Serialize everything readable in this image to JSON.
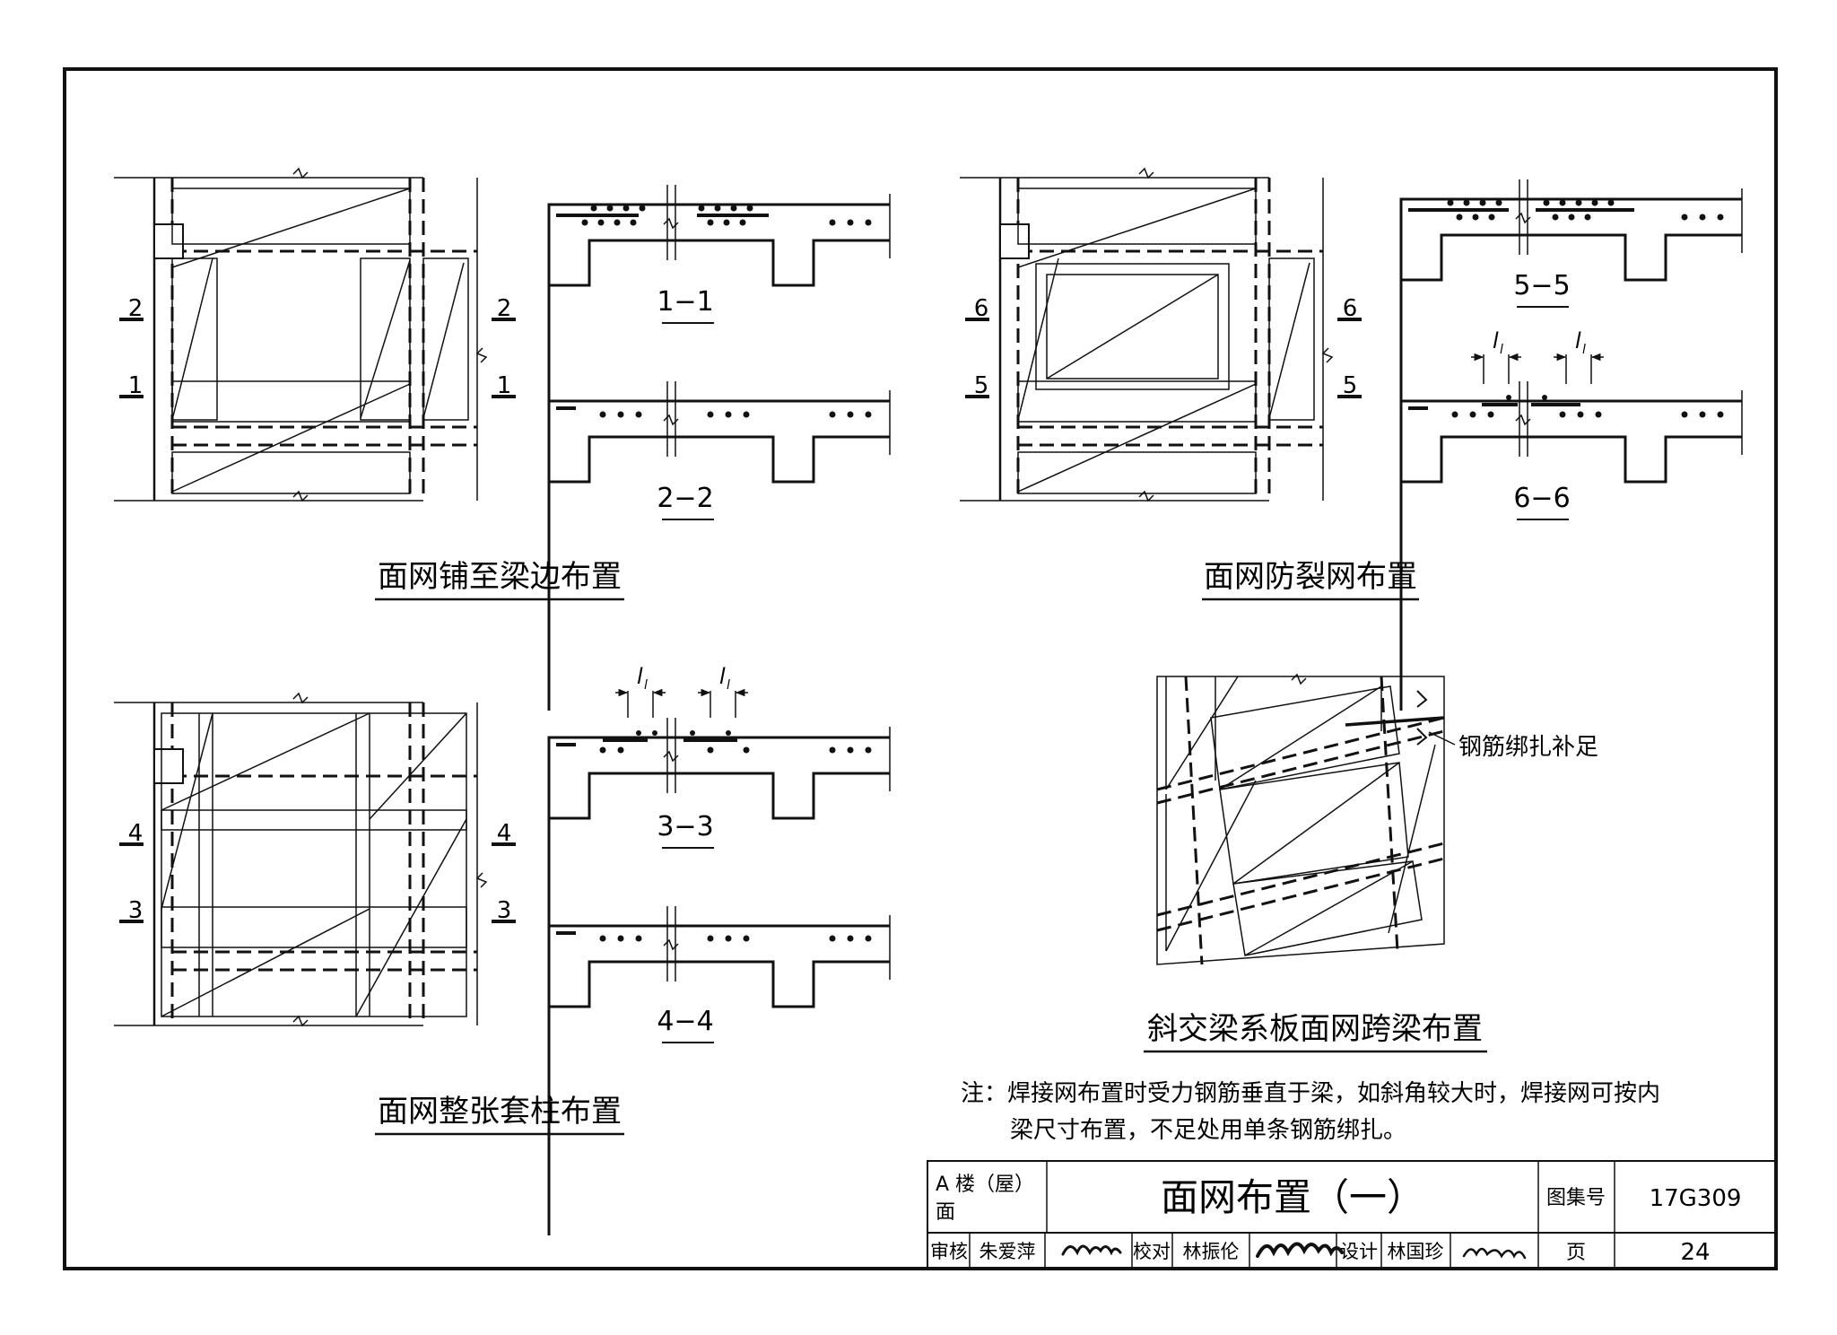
{
  "panels": {
    "p1": {
      "title": "面网铺至梁边布置",
      "marks": [
        "2",
        "2",
        "1",
        "1"
      ]
    },
    "p2": {
      "title": "面网防裂网布置",
      "marks": [
        "6",
        "6",
        "5",
        "5"
      ]
    },
    "p3": {
      "title": "面网整张套柱布置",
      "marks": [
        "4",
        "4",
        "3",
        "3"
      ]
    },
    "p4": {
      "title": "斜交梁系板面网跨梁布置",
      "callout": "钢筋绑扎补足"
    }
  },
  "sections": {
    "s11": "1−1",
    "s22": "2−2",
    "s33": "3−3",
    "s44": "4−4",
    "s55": "5−5",
    "s66": "6−6",
    "lap": "l",
    "lap_sub": "l"
  },
  "note": {
    "line1": "注：焊接网布置时受力钢筋垂直于梁，如斜角较大时，焊接网可按内",
    "line2": "梁尺寸布置，不足处用单条钢筋绑扎。"
  },
  "title_block": {
    "category_line1": "A 楼（屋）",
    "category_line2": "面",
    "drawing_title": "面网布置（一）",
    "atlas_label": "图集号",
    "atlas_no": "17G309",
    "review_label": "审核",
    "reviewer": "朱爱萍",
    "check_label": "校对",
    "checker": "林振伦",
    "design_label": "设计",
    "designer": "林国珍",
    "page_label": "页",
    "page_no": "24"
  }
}
